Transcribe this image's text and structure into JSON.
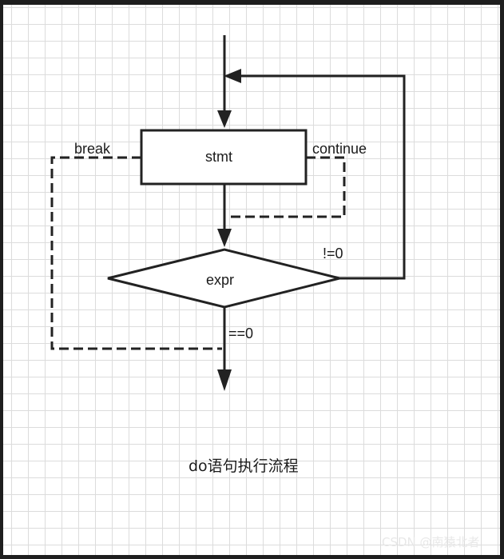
{
  "diagram": {
    "nodes": {
      "stmt": "stmt",
      "expr": "expr"
    },
    "edge_labels": {
      "break": "break",
      "continue": "continue",
      "not_zero": "!=0",
      "equals_zero": "==0"
    },
    "caption": "do语句执行流程"
  },
  "watermark": "CSDN @南猿北者"
}
